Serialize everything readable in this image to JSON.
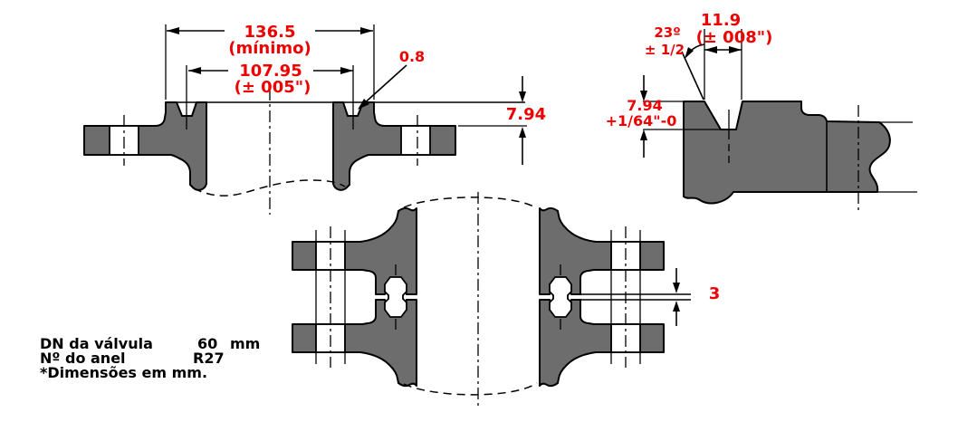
{
  "colors": {
    "dimension_red": "#ee0000",
    "metal_gray": "#6d6d6d",
    "line_black": "#000000",
    "background": "#ffffff"
  },
  "views": {
    "flange_section": {
      "dim_face_width": {
        "value": "136.5",
        "qualifier": "(mínimo)"
      },
      "dim_groove_pitch": {
        "value": "107.95",
        "tolerance": "(± 005\")"
      },
      "dim_edge_radius": {
        "value": "0.8"
      },
      "dim_raised_face_height": {
        "value": "7.94"
      }
    },
    "groove_detail": {
      "dim_angle": {
        "value": "23º",
        "tolerance": "± 1/2"
      },
      "dim_groove_width": {
        "value": "11.9",
        "tolerance": "(± 008\")"
      },
      "dim_groove_depth": {
        "value": "7.94",
        "tolerance": "+1/64\"-0"
      }
    },
    "assembly": {
      "dim_face_gap": {
        "value": "3"
      }
    }
  },
  "notes": {
    "rows": [
      {
        "label": "DN da válvula",
        "value": "60",
        "unit": "mm"
      },
      {
        "label": "Nº do anel",
        "value": "R27",
        "unit": ""
      },
      {
        "label": "*Dimensões em mm.",
        "value": "",
        "unit": ""
      }
    ]
  }
}
